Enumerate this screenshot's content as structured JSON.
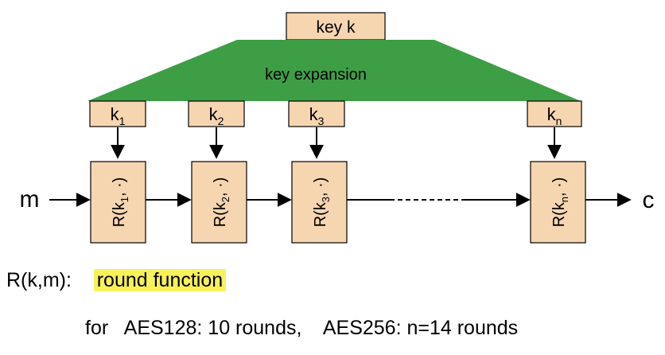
{
  "key_label": "key  k",
  "expansion_label": "key expansion",
  "subkeys": [
    {
      "base": "k",
      "sub": "1"
    },
    {
      "base": "k",
      "sub": "2"
    },
    {
      "base": "k",
      "sub": "3"
    },
    {
      "base": "k",
      "sub": "n"
    }
  ],
  "rounds": [
    {
      "prefix": "R(k",
      "sub": "1",
      "suffix": ", ·)"
    },
    {
      "prefix": "R(k",
      "sub": "2",
      "suffix": ", ·)"
    },
    {
      "prefix": "R(k",
      "sub": "3",
      "suffix": ", ·)"
    },
    {
      "prefix": "R(k",
      "sub": "n",
      "suffix": ", ·)"
    }
  ],
  "input_label": "m",
  "output_label": "c",
  "definition": {
    "term": "R(k,m):",
    "highlight": "round function",
    "highlight_color": "#f8f15a"
  },
  "rounds_note": {
    "prefix": "for",
    "aes128": "AES128: 10 rounds,",
    "aes256": "AES256: n=14 rounds"
  },
  "colors": {
    "box_fill": "#f6d5b1",
    "expansion_fill": "#3d9e46"
  }
}
